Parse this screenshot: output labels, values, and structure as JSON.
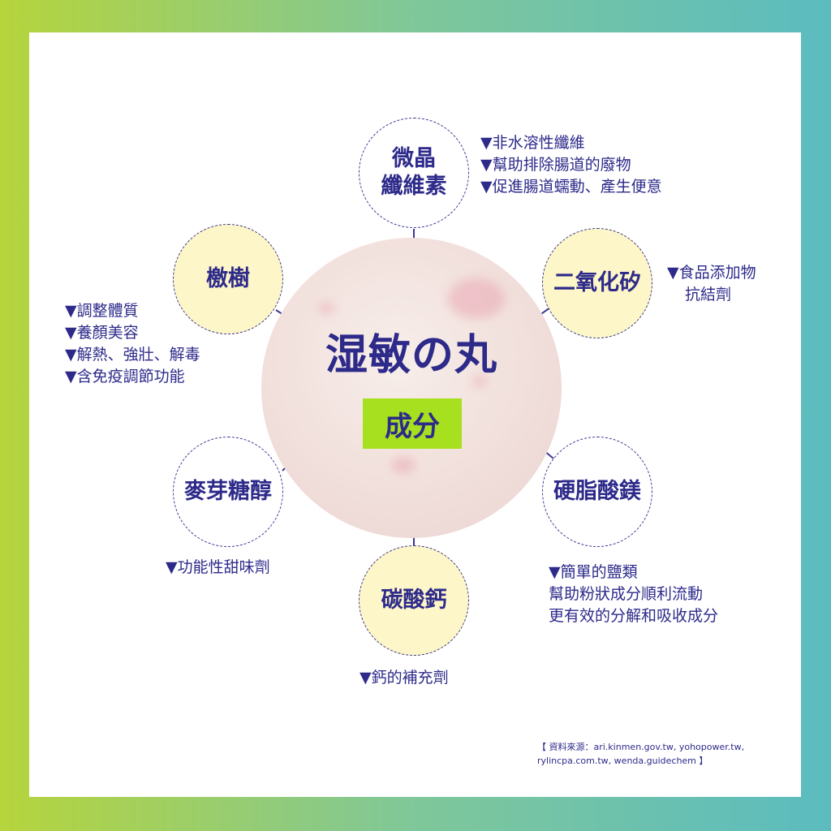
{
  "title": "湿敏の丸",
  "subtitle": "成分",
  "nodes": {
    "microcrystalline": {
      "line1": "微晶",
      "line2": "纖維素"
    },
    "silica": {
      "label": "二氧化矽"
    },
    "magnesium_stearate": {
      "label": "硬脂酸鎂"
    },
    "calcium_carbonate": {
      "label": "碳酸鈣"
    },
    "maltitol": {
      "label": "麥芽糖醇"
    },
    "oak": {
      "label": "檄樹"
    }
  },
  "descriptions": {
    "microcrystalline": [
      "▼非水溶性纖維",
      "▼幫助排除腸道的廢物",
      "▼促進腸道蠕動、產生便意"
    ],
    "silica": [
      "▼食品添加物",
      "抗結劑"
    ],
    "magnesium_stearate": [
      "▼簡單的鹽類",
      "幫助粉狀成分順利流動",
      "更有效的分解和吸收成分"
    ],
    "calcium_carbonate": [
      "▼鈣的補充劑"
    ],
    "maltitol": [
      "▼功能性甜味劑"
    ],
    "oak": [
      "▼調整體質",
      "▼養顏美容",
      "▼解熱、強壯、解毒",
      "▼含免疫調節功能"
    ]
  },
  "source": {
    "line1": "【 資料來源：ari.kinmen.gov.tw, yohopower.tw,",
    "line2": "rylincpa.com.tw, wenda.guidechem 】"
  },
  "colors": {
    "primary": "#2d2a8a",
    "accent_green": "#a6e01e",
    "node_yellow": "#fdf6c8"
  }
}
